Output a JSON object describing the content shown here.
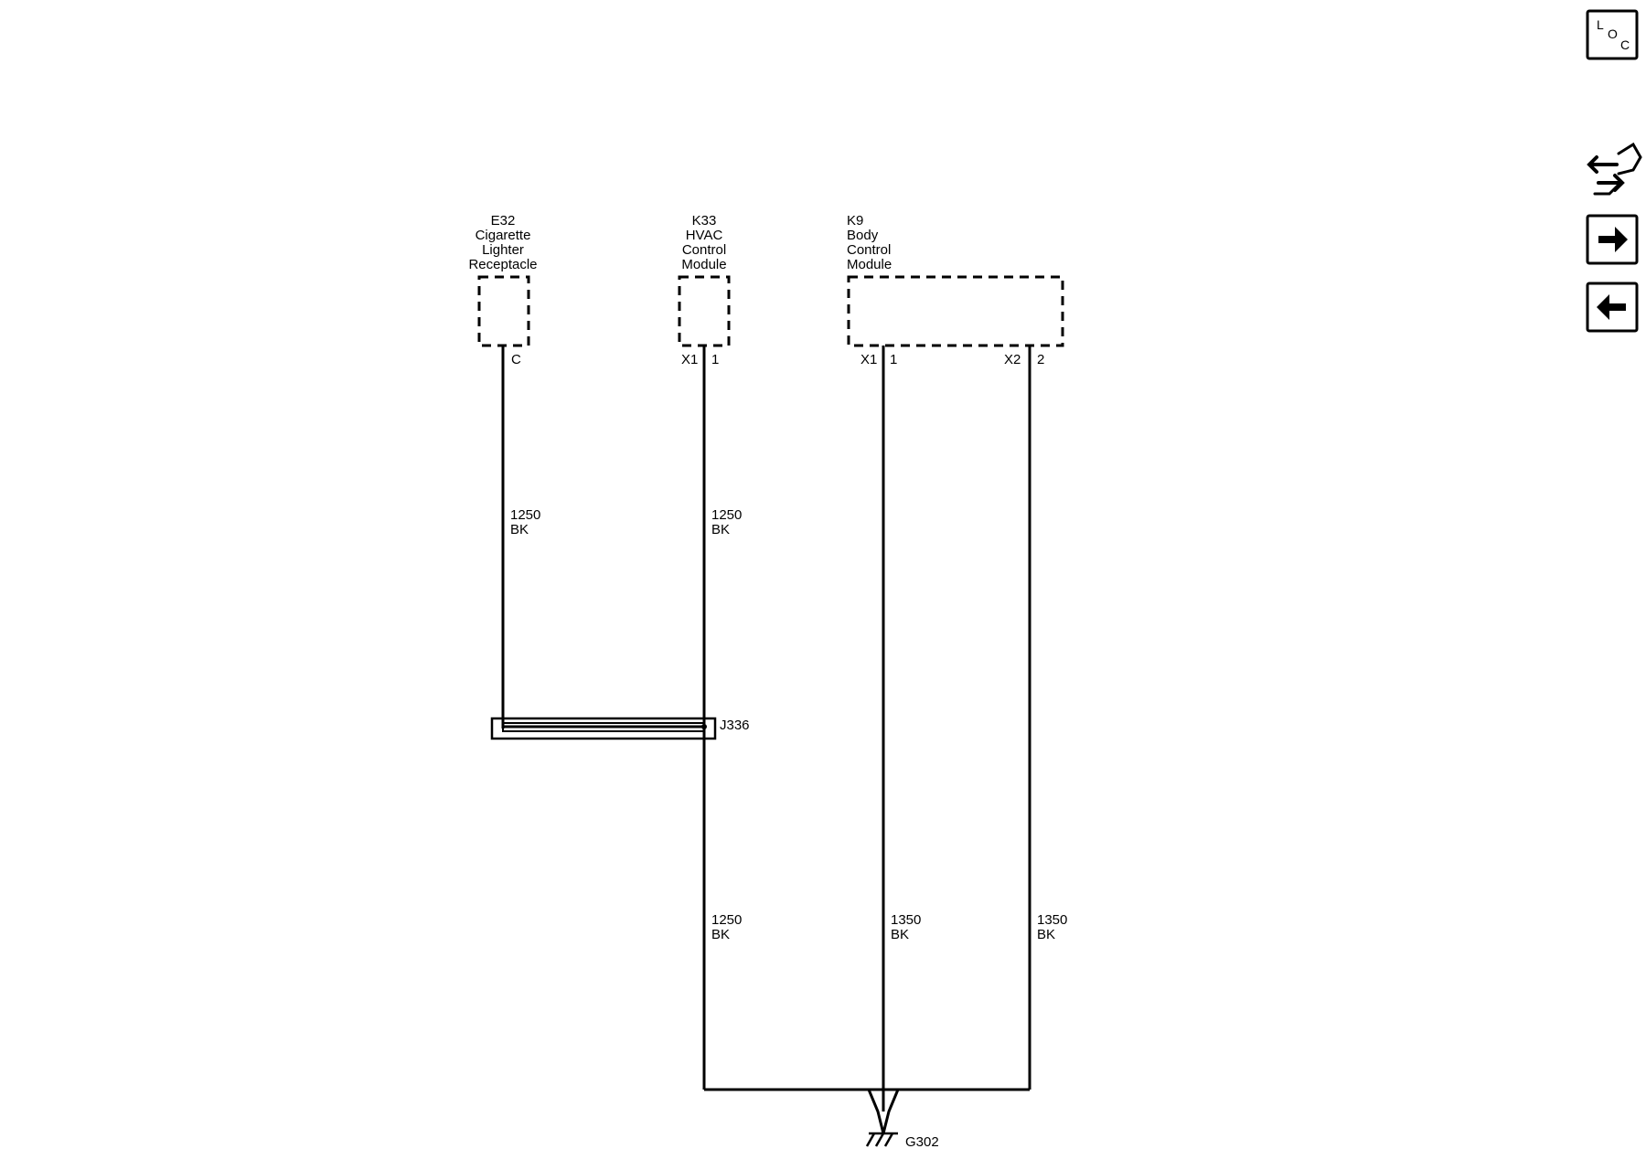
{
  "components": {
    "e32": {
      "id": "E32",
      "name_line1": "Cigarette",
      "name_line2": "Lighter",
      "name_line3": "Receptacle",
      "pin": "C"
    },
    "k33": {
      "id": "K33",
      "name_line1": "HVAC",
      "name_line2": "Control",
      "name_line3": "Module",
      "connector": "X1",
      "pin": "1"
    },
    "k9": {
      "id": "K9",
      "name_line1": "Body",
      "name_line2": "Control",
      "name_line3": "Module",
      "connector_a": "X1",
      "pin_a": "1",
      "connector_b": "X2",
      "pin_b": "2"
    }
  },
  "wires": {
    "e32_upper": {
      "circuit": "1250",
      "color": "BK"
    },
    "k33_upper": {
      "circuit": "1250",
      "color": "BK"
    },
    "k33_lower": {
      "circuit": "1250",
      "color": "BK"
    },
    "k9_x1": {
      "circuit": "1350",
      "color": "BK"
    },
    "k9_x2": {
      "circuit": "1350",
      "color": "BK"
    }
  },
  "splice": {
    "id": "J336"
  },
  "ground": {
    "id": "G302"
  },
  "sidebar": {
    "loc_letter_1": "L",
    "loc_letter_2": "O",
    "loc_letter_3": "C",
    "icons": [
      "loc-icon",
      "connector-end-view-icon",
      "next-page-arrow-icon",
      "previous-page-arrow-icon"
    ]
  }
}
